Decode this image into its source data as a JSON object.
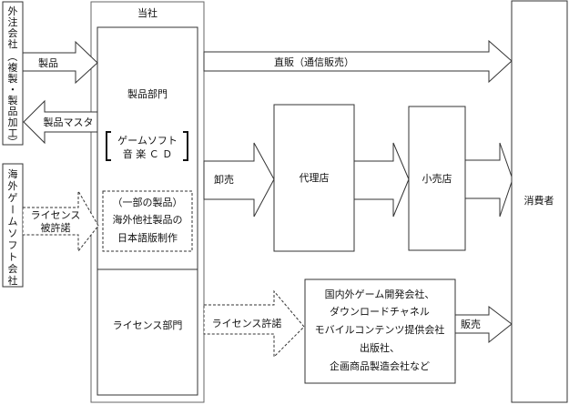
{
  "diagram": {
    "outsourcer": {
      "label_lines": [
        "外",
        "注",
        "会",
        "社",
        "（",
        "複",
        "製",
        "・",
        "製",
        "品",
        "加",
        "工",
        "）"
      ]
    },
    "overseas": {
      "label_lines": [
        "海",
        "外",
        "ゲ",
        "ー",
        "ム",
        "ソ",
        "フ",
        "ト",
        "会",
        "社"
      ]
    },
    "company": {
      "title": "当社",
      "product_division": {
        "title": "製品部門",
        "bracket_lines": [
          "ゲームソフト",
          "音 楽 Ｃ Ｄ"
        ],
        "dashed_lines": [
          "（一部の製品）",
          "海外他社製品の",
          "日本語版制作"
        ]
      },
      "license_division": {
        "title": "ライセンス部門"
      }
    },
    "arrows": {
      "product_in": "製品",
      "product_master_out": "製品マスタ",
      "license_received": [
        "ライセンス",
        "被許諾"
      ],
      "direct_sales": "直販（通信販売）",
      "wholesale": "卸売",
      "license_granted": "ライセンス許諾",
      "sales": "販売"
    },
    "agency": {
      "label": "代理店"
    },
    "retailer": {
      "label": "小売店"
    },
    "consumer": {
      "label": "消費者"
    },
    "licensees": {
      "label_lines": [
        "国内外ゲーム開発会社、",
        "ダウンロードチャネル",
        "モバイルコンテンツ提供会社",
        "出版社、",
        "企画商品製造会社など"
      ]
    }
  }
}
